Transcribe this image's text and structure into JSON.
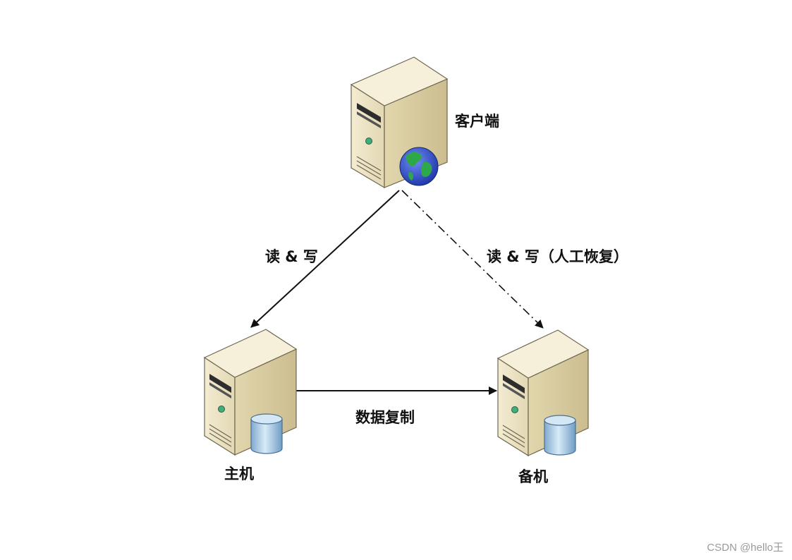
{
  "nodes": {
    "client": {
      "label": "客户端",
      "icon": "server-with-globe-icon"
    },
    "primary": {
      "label": "主机",
      "icon": "server-with-database-icon"
    },
    "standby": {
      "label": "备机",
      "icon": "server-with-database-icon"
    }
  },
  "edges": {
    "client_to_primary": {
      "label": "读 & 写",
      "style": "solid"
    },
    "client_to_standby": {
      "label": "读 & 写（人工恢复）",
      "style": "dash-dot"
    },
    "primary_to_standby": {
      "label": "数据复制",
      "style": "solid"
    }
  },
  "watermark": "CSDN @hello王",
  "colors": {
    "server_front": "#ede4c6",
    "server_side": "#d6c99f",
    "server_top": "#f6f0da",
    "outline": "#6e6650",
    "arrow": "#111111",
    "cylinder": "#a9cbe6",
    "globe_ocean": "#2a4fd8",
    "globe_land": "#2fa84a"
  }
}
